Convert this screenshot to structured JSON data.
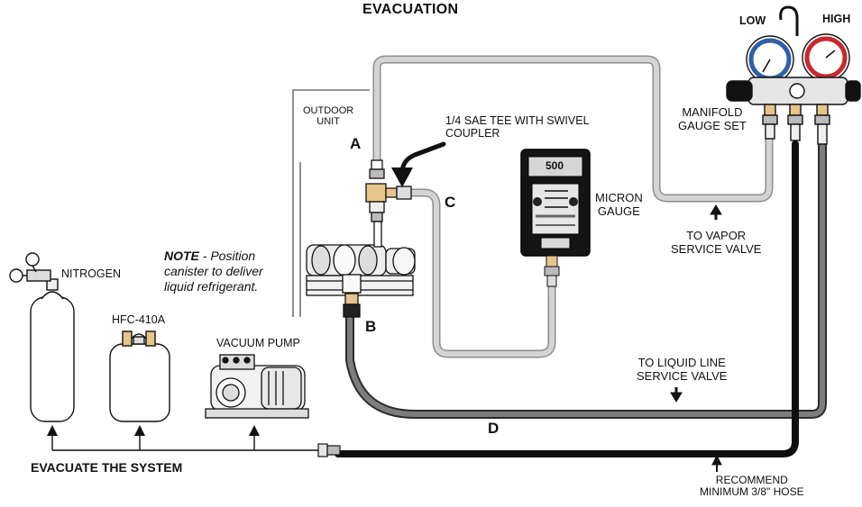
{
  "title": "EVACUATION",
  "labels": {
    "low": "LOW",
    "high": "HIGH",
    "manifold": "MANIFOLD\nGAUGE SET",
    "outdoor_unit": "OUTDOOR\nUNIT",
    "tee": "1/4 SAE TEE WITH SWIVEL\nCOUPLER",
    "micron_gauge": "MICRON\nGAUGE",
    "micron_reading": "500",
    "to_vapor": "TO VAPOR\nSERVICE VALVE",
    "to_liquid": "TO LIQUID LINE\nSERVICE VALVE",
    "recommend": "RECOMMEND\nMINIMUM 3/8\" HOSE",
    "nitrogen": "NITROGEN",
    "hfc": "HFC-410A",
    "vacuum_pump": "VACUUM PUMP",
    "evacuate": "EVACUATE THE SYSTEM",
    "note_bold": "NOTE",
    "note_rest": " - Position\ncanister to deliver\nliquid refrigerant."
  },
  "points": {
    "a": "A",
    "b": "B",
    "c": "C",
    "d": "D"
  },
  "colors": {
    "low_gauge": "#2f5fa8",
    "high_gauge": "#c8282e",
    "hose_light": "#cfcfcf",
    "hose_dark": "#1a1a1a"
  }
}
